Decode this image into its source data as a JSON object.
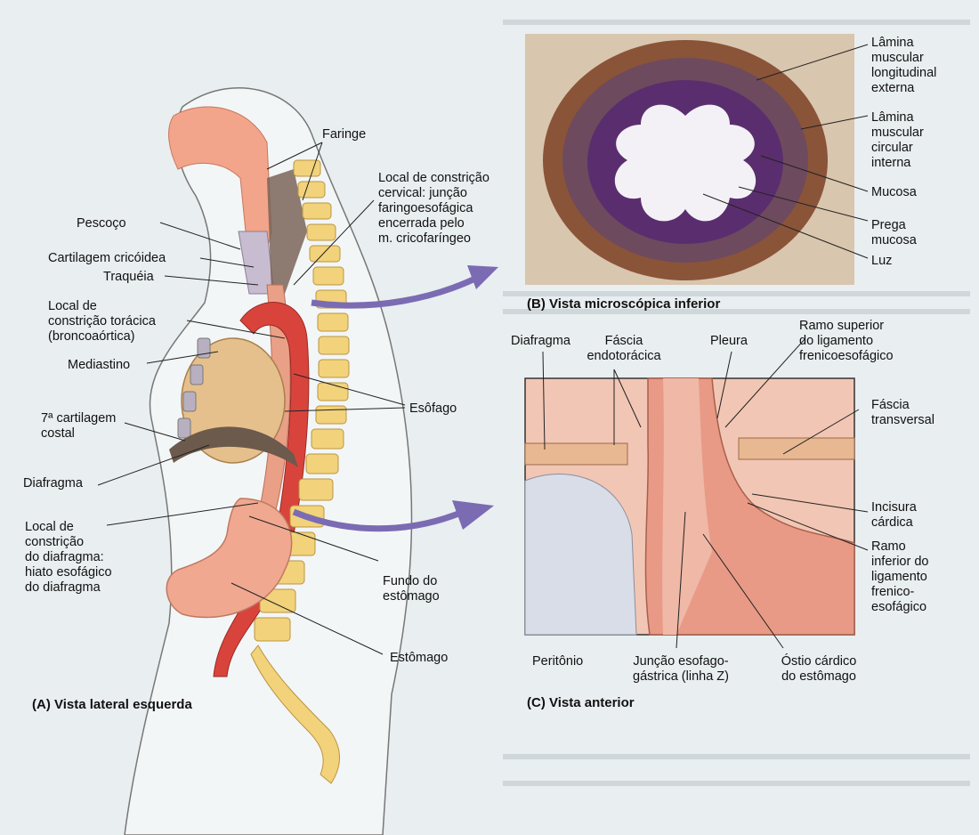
{
  "colors": {
    "page_bg": "#e9eef0",
    "esophagus": "#e8a08a",
    "aorta": "#d8443c",
    "stomach": "#f0a890",
    "spine": "#f2d27a",
    "heart": "#e6c08c",
    "micro_bg": "#d9c6ae",
    "mucosa": "#5a2e6e",
    "arrow": "#7b6bb3"
  },
  "panelA": {
    "caption": "(A) Vista lateral esquerda",
    "labels": {
      "faringe": "Faringe",
      "local_cervical": "Local de constrição\ncervical: junção\nfaringoesofágica\nencerrada pelo\nm. cricofaríngeo",
      "pescoco": "Pescoço",
      "cartilagem": "Cartilagem cricóidea",
      "traqueia": "Traquéia",
      "local_toracica": "Local de\nconstrição torácica\n(broncoaórtica)",
      "mediastino": "Mediastino",
      "esofago": "Esôfago",
      "cartilagem_costal": "7ª cartilagem\ncostal",
      "diafragma": "Diafragma",
      "local_diafragma": "Local de\nconstrição\ndo diafragma:\nhiato esofágico\ndo diafragma",
      "fundo": "Fundo do\nestômago",
      "estomago": "Estômago"
    }
  },
  "panelB": {
    "caption": "(B) Vista microscópica inferior",
    "labels": {
      "lamina_long": "Lâmina\nmuscular\nlongitudinal\nexterna",
      "lamina_circ": "Lâmina\nmuscular\ncircular\ninterna",
      "mucosa": "Mucosa",
      "prega": "Prega\nmucosa",
      "luz": "Luz"
    }
  },
  "panelC": {
    "caption": "(C) Vista anterior",
    "labels": {
      "diafragma": "Diafragma",
      "fascia_endo": "Fáscia\nendotorácica",
      "pleura": "Pleura",
      "ramo_sup": "Ramo superior\ndo ligamento\nfrenicoesofágico",
      "fascia_trans": "Fáscia\ntransversal",
      "incisura": "Incisura\ncárdica",
      "ramo_inf": "Ramo\ninferior do\nligamento\nfrenico-\nesofágico",
      "peritonio": "Peritônio",
      "juncao": "Junção esofago-\ngástrica (linha Z)",
      "ostio": "Óstio cárdico\ndo estômago"
    }
  }
}
